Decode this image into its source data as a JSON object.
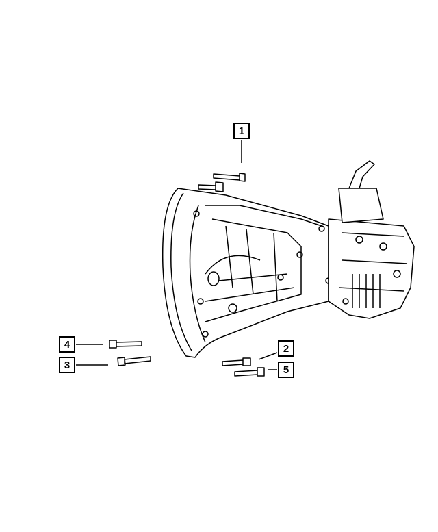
{
  "diagram": {
    "callouts": [
      {
        "label": "1"
      },
      {
        "label": "2"
      },
      {
        "label": "3"
      },
      {
        "label": "4"
      },
      {
        "label": "5"
      }
    ],
    "line_color": "#000000",
    "background": "#ffffff"
  }
}
